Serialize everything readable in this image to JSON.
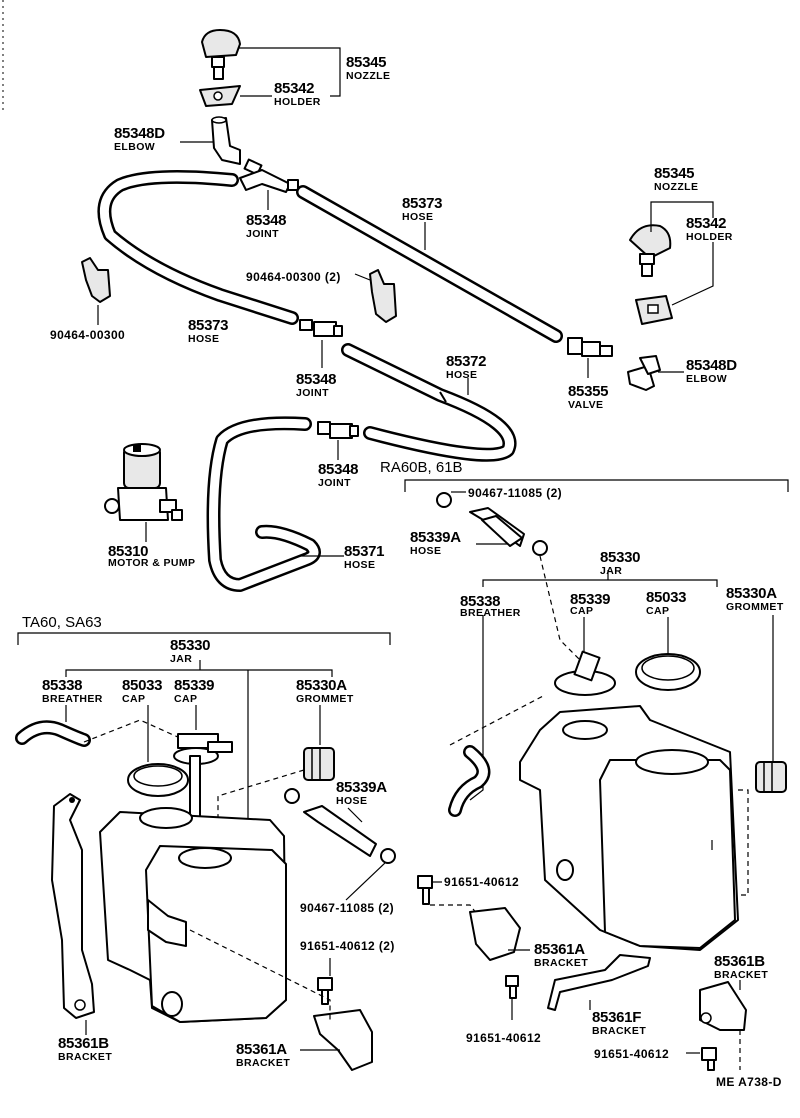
{
  "labels": {
    "nozzle_top_no": "85345",
    "nozzle_top_nm": "NOZZLE",
    "holder_top_no": "85342",
    "holder_top_nm": "HOLDER",
    "elbow_top_no": "85348D",
    "elbow_top_nm": "ELBOW",
    "hose_85373a_no": "85373",
    "hose_85373a_nm": "HOSE",
    "joint_a_no": "85348",
    "joint_a_nm": "JOINT",
    "nozzle_r_no": "85345",
    "nozzle_r_nm": "NOZZLE",
    "holder_r_no": "85342",
    "holder_r_nm": "HOLDER",
    "clip_pair_no": "90464-00300 (2)",
    "clip_single_no": "90464-00300",
    "hose_85373b_no": "85373",
    "hose_85373b_nm": "HOSE",
    "joint_b_no": "85348",
    "joint_b_nm": "JOINT",
    "hose_85372_no": "85372",
    "hose_85372_nm": "HOSE",
    "valve_no": "85355",
    "valve_nm": "VALVE",
    "elbow_r_no": "85348D",
    "elbow_r_nm": "ELBOW",
    "joint_c_no": "85348",
    "joint_c_nm": "JOINT",
    "variant_right": "RA60B, 61B",
    "motor_no": "85310",
    "motor_nm": "MOTOR & PUMP",
    "hose_85371_no": "85371",
    "hose_85371_nm": "HOSE",
    "clamp_r_no": "90467-11085 (2)",
    "hose_85339a_r_no": "85339A",
    "hose_85339a_r_nm": "HOSE",
    "jar_r_no": "85330",
    "jar_r_nm": "JAR",
    "breather_r_no": "85338",
    "breather_r_nm": "BREATHER",
    "cap_85339_r_no": "85339",
    "cap_85339_r_nm": "CAP",
    "cap_85033_r_no": "85033",
    "cap_85033_r_nm": "CAP",
    "grommet_r_no": "85330A",
    "grommet_r_nm": "GROMMET",
    "variant_left": "TA60, SA63",
    "jar_l_no": "85330",
    "jar_l_nm": "JAR",
    "breather_l_no": "85338",
    "breather_l_nm": "BREATHER",
    "cap_85033_l_no": "85033",
    "cap_85033_l_nm": "CAP",
    "cap_85339_l_no": "85339",
    "cap_85339_l_nm": "CAP",
    "grommet_l_no": "85330A",
    "grommet_l_nm": "GROMMET",
    "hose_85339a_l_no": "85339A",
    "hose_85339a_l_nm": "HOSE",
    "clamp_l_no": "90467-11085 (2)",
    "bolt_l_no": "91651-40612 (2)",
    "bracket_b_l_no": "85361B",
    "bracket_b_l_nm": "BRACKET",
    "bracket_a_l_no": "85361A",
    "bracket_a_l_nm": "BRACKET",
    "bolt_r1_no": "91651-40612",
    "bracket_a_r_no": "85361A",
    "bracket_a_r_nm": "BRACKET",
    "bracket_b_r_no": "85361B",
    "bracket_b_r_nm": "BRACKET",
    "bracket_f_no": "85361F",
    "bracket_f_nm": "BRACKET",
    "bolt_r2_no": "91651-40612",
    "bolt_r3_no": "91651-40612",
    "diagram_code": "ME  A738-D"
  },
  "colors": {
    "ink": "#000000",
    "paper": "#ffffff"
  }
}
